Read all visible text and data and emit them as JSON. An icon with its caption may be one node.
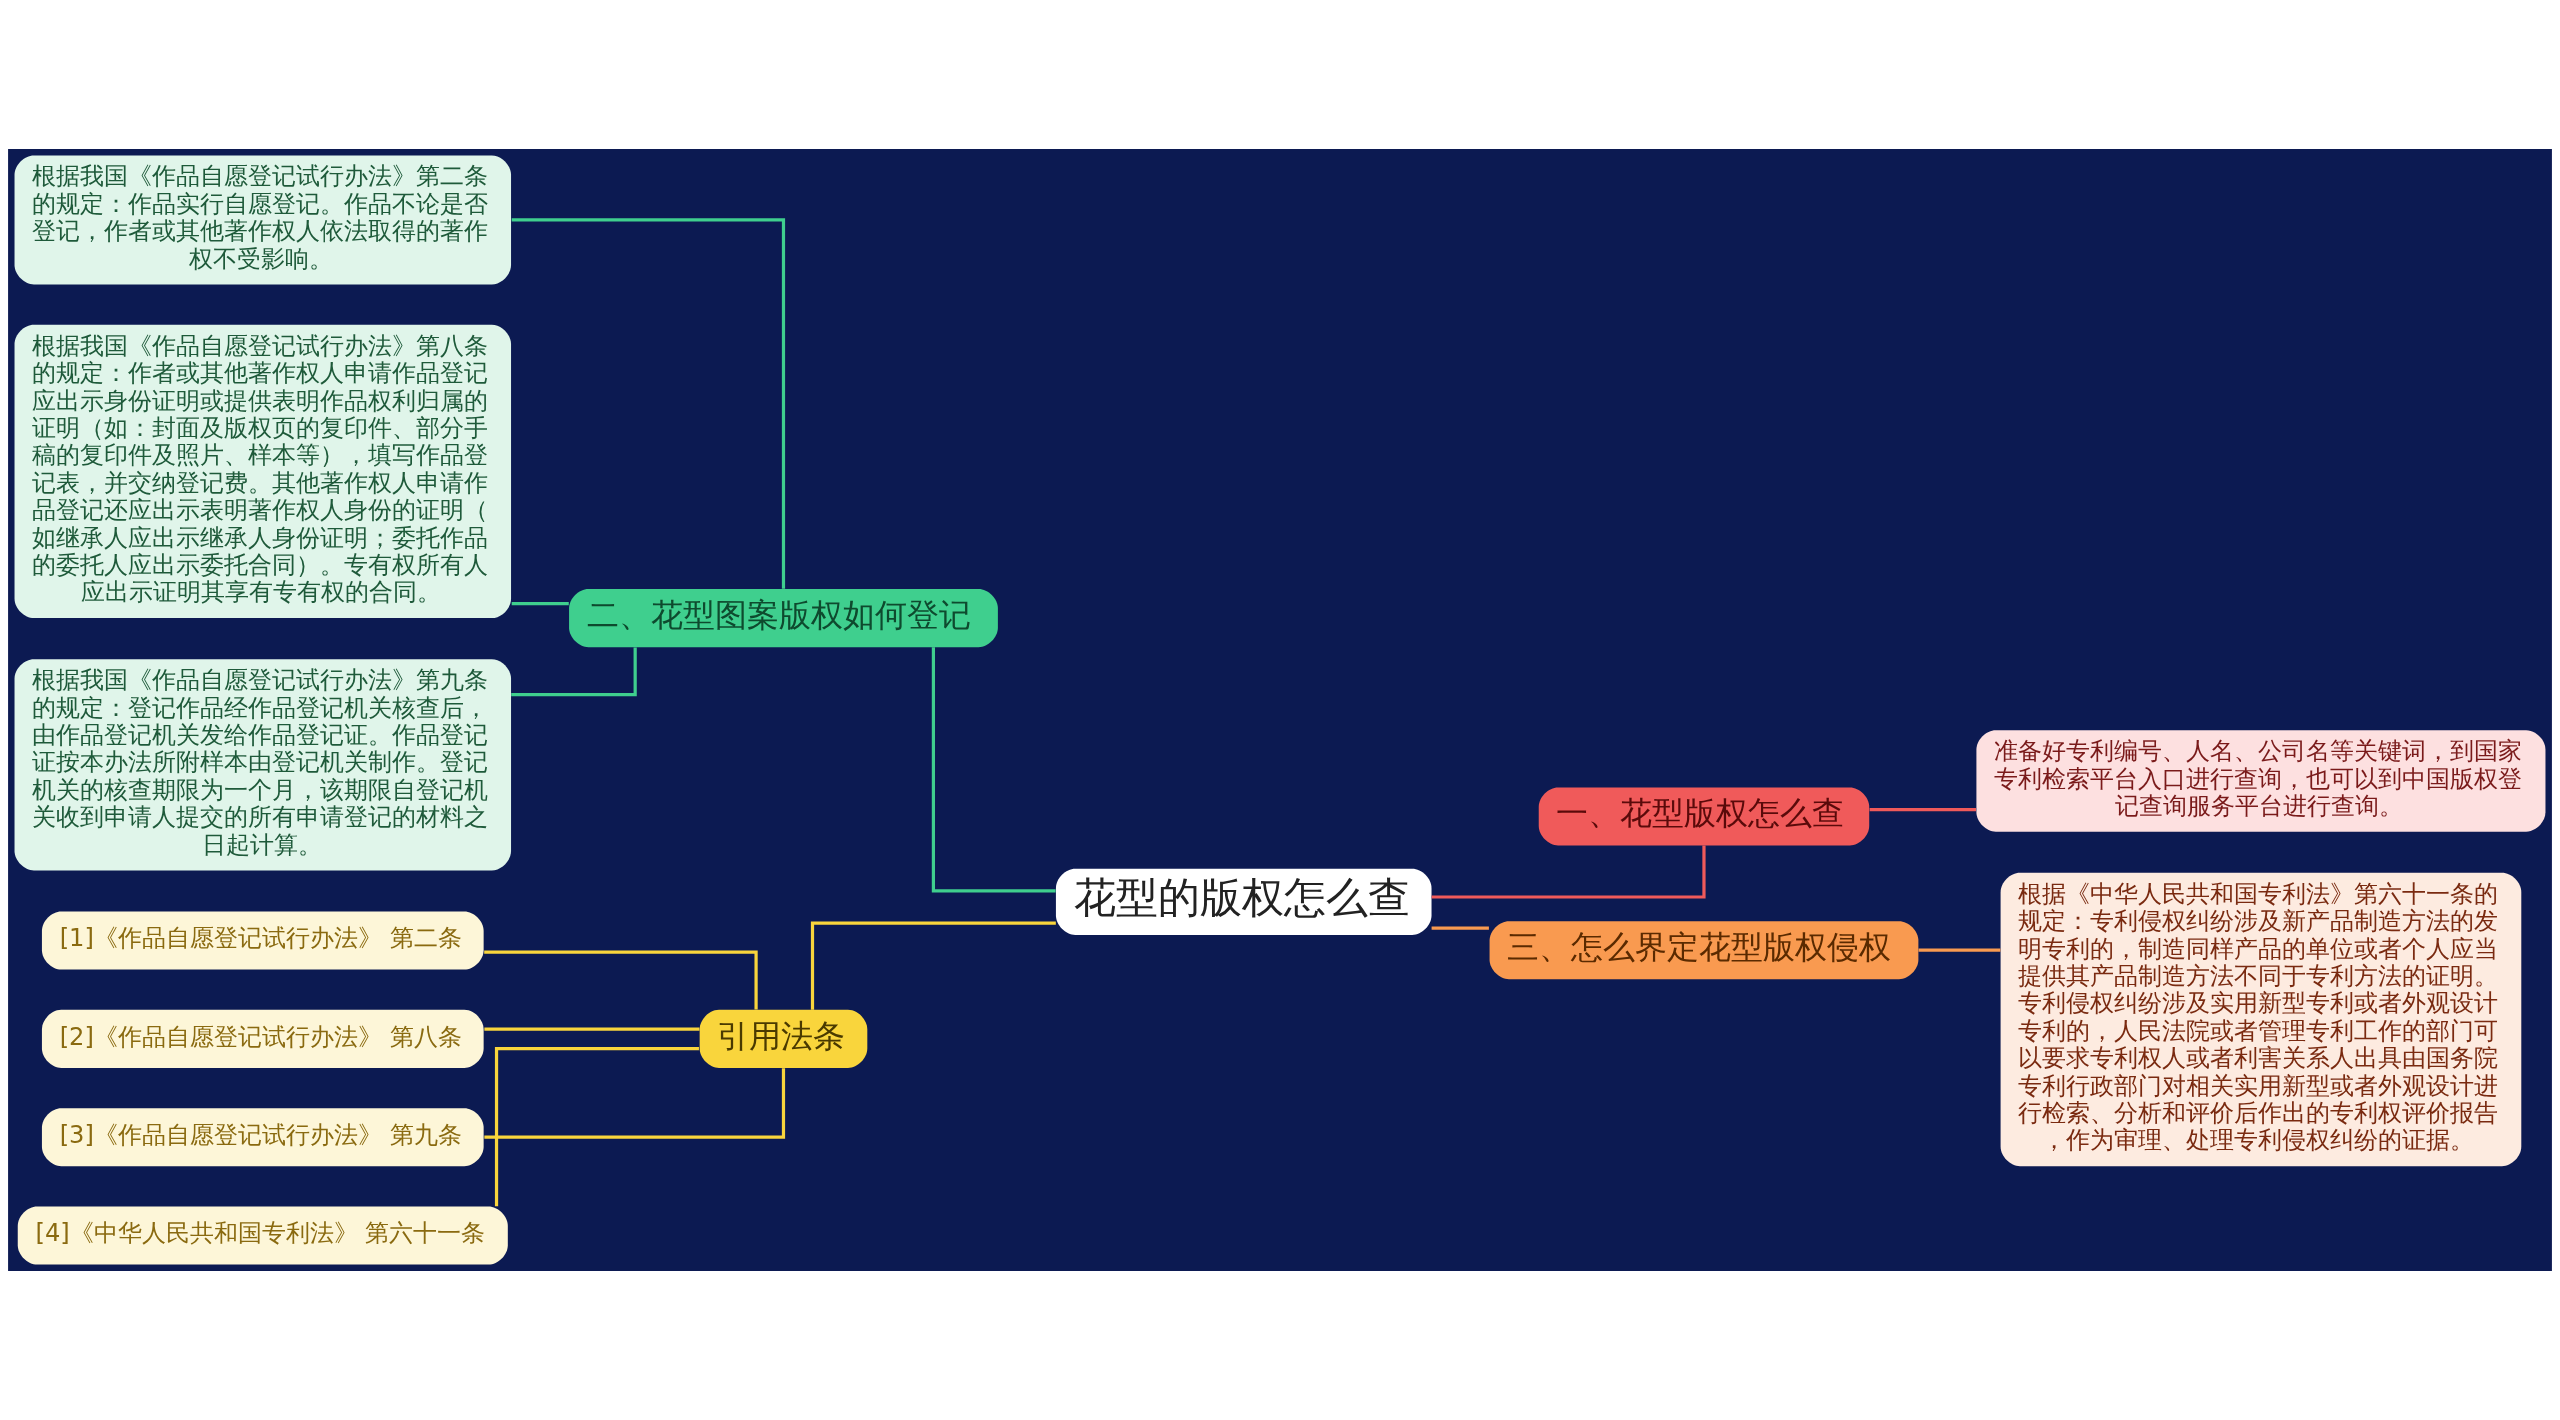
{
  "diagram": {
    "nodes": [
      {
        "text": [
          "花型的版权怎么查"
        ]
      },
      {
        "text": [
          "一、花型版权怎么查"
        ]
      },
      {
        "text": [
          "准备好专利编号、人名、公司名等关键词，到国家专利检索平台入口进行查询，也可以到中国版权登记查询服务平台进行查询。"
        ]
      },
      {
        "text": [
          "三、怎么界定花型版权侵权"
        ]
      },
      {
        "text": [
          "根据《中华人民共和国专利法》第六十一条的规定：专利侵权纠纷涉及新产品制造方法的发明专利的，制造同样产品的单位或者个人应当提供其产品制造方法不同于专利方法的证明。专利侵权纠纷涉及实用新型专利或者外观设计专利的，人民法院或者管理专利工作的部门可以要求专利权人或者利害关系人出具由国务院专利行政部门对相关实用新型或者外观设计进行检索、分析和评价后作出的专利权评价报告，作为审理、处理专利侵权纠纷的证据。"
        ]
      },
      {
        "text": [
          "二、花型图案版权如何登记"
        ]
      },
      {
        "text": [
          "根据我国《作品自愿登记试行办法》第二条的规定：作品实行自愿登记。作品不论是否登记，作者或其他著作权人依法取得的著作权不受影响。"
        ]
      },
      {
        "text": [
          "根据我国《作品自愿登记试行办法》第八条的规定：作者或其他著作权人申请作品登记应出示身份证明或提供表明作品权利归属的证明（如：封面及版权页的复印件、部分手稿的复印件及照片、样本等），填写作品登记表，并交纳登记费。其他著作权人申请作品登记还应出示表明著作权人身份的证明（如继承人应出示继承人身份证明；委托作品的委托人应出示委托合同）。专有权所有人应出示证明其享有专有权的合同。"
        ]
      },
      {
        "text": [
          "根据我国《作品自愿登记试行办法》第九条的规定：登记作品经作品登记机关核查后，由作品登记机关发给作品登记证。作品登记证按本办法所附样本由登记机关制作。登记机关的核查期限为一个月，该期限自登记机关收到申请人提交的所有申请登记的材料之日起计算。"
        ]
      },
      {
        "text": [
          "引用法条"
        ]
      },
      {
        "text": [
          "[1]《作品自愿登记试行办法》 第二条"
        ]
      },
      {
        "text": [
          "[2]《作品自愿登记试行办法》 第八条"
        ]
      },
      {
        "text": [
          "[3]《作品自愿登记试行办法》 第九条"
        ]
      },
      {
        "text": [
          "[4]《中华人民共和国专利法》 第六十一条"
        ]
      }
    ],
    "edges": [
      {
        "from": 0,
        "to": 1,
        "arrow": "none",
        "color": "#f05a5a"
      },
      {
        "from": 1,
        "to": 2,
        "arrow": "none",
        "color": "#f05a5a"
      },
      {
        "from": 0,
        "to": 3,
        "arrow": "none",
        "color": "#f99a50"
      },
      {
        "from": 3,
        "to": 4,
        "arrow": "none",
        "color": "#f99a50"
      },
      {
        "from": 0,
        "to": 5,
        "arrow": "none",
        "color": "#3fcf8e"
      },
      {
        "from": 5,
        "to": 6,
        "arrow": "none",
        "color": "#3fcf8e"
      },
      {
        "from": 5,
        "to": 7,
        "arrow": "none",
        "color": "#3fcf8e"
      },
      {
        "from": 5,
        "to": 8,
        "arrow": "none",
        "color": "#3fcf8e"
      },
      {
        "from": 0,
        "to": 9,
        "arrow": "none",
        "color": "#f9d53c"
      },
      {
        "from": 9,
        "to": 10,
        "arrow": "none",
        "color": "#f9d53c"
      },
      {
        "from": 9,
        "to": 11,
        "arrow": "none",
        "color": "#f9d53c"
      },
      {
        "from": 9,
        "to": 12,
        "arrow": "none",
        "color": "#f9d53c"
      },
      {
        "from": 9,
        "to": 13,
        "arrow": "none",
        "color": "#f9d53c"
      }
    ]
  }
}
